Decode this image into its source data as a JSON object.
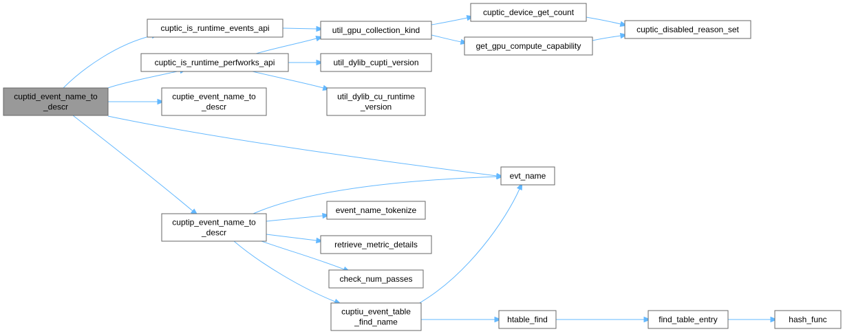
{
  "colors": {
    "edge": "#63b8ff",
    "node_border": "#666666",
    "root_fill": "#999999",
    "node_fill": "#ffffff"
  },
  "nodes": {
    "cuptid_event_name_to_descr": {
      "lines": [
        "cuptid_event_name_to",
        "_descr"
      ]
    },
    "cuptic_is_runtime_events_api": {
      "lines": [
        "cuptic_is_runtime_events_api"
      ]
    },
    "cuptic_is_runtime_perfworks_api": {
      "lines": [
        "cuptic_is_runtime_perfworks_api"
      ]
    },
    "cuptie_event_name_to_descr": {
      "lines": [
        "cuptie_event_name_to",
        "_descr"
      ]
    },
    "cuptip_event_name_to_descr": {
      "lines": [
        "cuptip_event_name_to",
        "_descr"
      ]
    },
    "util_gpu_collection_kind": {
      "lines": [
        "util_gpu_collection_kind"
      ]
    },
    "util_dylib_cupti_version": {
      "lines": [
        "util_dylib_cupti_version"
      ]
    },
    "util_dylib_cu_runtime_version": {
      "lines": [
        "util_dylib_cu_runtime",
        "_version"
      ]
    },
    "cuptic_device_get_count": {
      "lines": [
        "cuptic_device_get_count"
      ]
    },
    "get_gpu_compute_capability": {
      "lines": [
        "get_gpu_compute_capability"
      ]
    },
    "cuptic_disabled_reason_set": {
      "lines": [
        "cuptic_disabled_reason_set"
      ]
    },
    "evt_name": {
      "lines": [
        "evt_name"
      ]
    },
    "event_name_tokenize": {
      "lines": [
        "event_name_tokenize"
      ]
    },
    "retrieve_metric_details": {
      "lines": [
        "retrieve_metric_details"
      ]
    },
    "check_num_passes": {
      "lines": [
        "check_num_passes"
      ]
    },
    "cuptiu_event_table_find_name": {
      "lines": [
        "cuptiu_event_table",
        "_find_name"
      ]
    },
    "htable_find": {
      "lines": [
        "htable_find"
      ]
    },
    "find_table_entry": {
      "lines": [
        "find_table_entry"
      ]
    },
    "hash_func": {
      "lines": [
        "hash_func"
      ]
    }
  },
  "edges": [
    [
      "cuptid_event_name_to_descr",
      "cuptic_is_runtime_events_api"
    ],
    [
      "cuptid_event_name_to_descr",
      "cuptic_is_runtime_perfworks_api"
    ],
    [
      "cuptid_event_name_to_descr",
      "cuptie_event_name_to_descr"
    ],
    [
      "cuptid_event_name_to_descr",
      "evt_name"
    ],
    [
      "cuptid_event_name_to_descr",
      "cuptip_event_name_to_descr"
    ],
    [
      "cuptic_is_runtime_events_api",
      "util_gpu_collection_kind"
    ],
    [
      "cuptic_is_runtime_perfworks_api",
      "util_gpu_collection_kind"
    ],
    [
      "cuptic_is_runtime_perfworks_api",
      "util_dylib_cupti_version"
    ],
    [
      "cuptic_is_runtime_perfworks_api",
      "util_dylib_cu_runtime_version"
    ],
    [
      "util_gpu_collection_kind",
      "cuptic_device_get_count"
    ],
    [
      "util_gpu_collection_kind",
      "get_gpu_compute_capability"
    ],
    [
      "cuptic_device_get_count",
      "cuptic_disabled_reason_set"
    ],
    [
      "get_gpu_compute_capability",
      "cuptic_disabled_reason_set"
    ],
    [
      "cuptip_event_name_to_descr",
      "evt_name"
    ],
    [
      "cuptip_event_name_to_descr",
      "event_name_tokenize"
    ],
    [
      "cuptip_event_name_to_descr",
      "retrieve_metric_details"
    ],
    [
      "cuptip_event_name_to_descr",
      "check_num_passes"
    ],
    [
      "cuptip_event_name_to_descr",
      "cuptiu_event_table_find_name"
    ],
    [
      "cuptiu_event_table_find_name",
      "evt_name"
    ],
    [
      "cuptiu_event_table_find_name",
      "htable_find"
    ],
    [
      "htable_find",
      "find_table_entry"
    ],
    [
      "find_table_entry",
      "hash_func"
    ]
  ]
}
